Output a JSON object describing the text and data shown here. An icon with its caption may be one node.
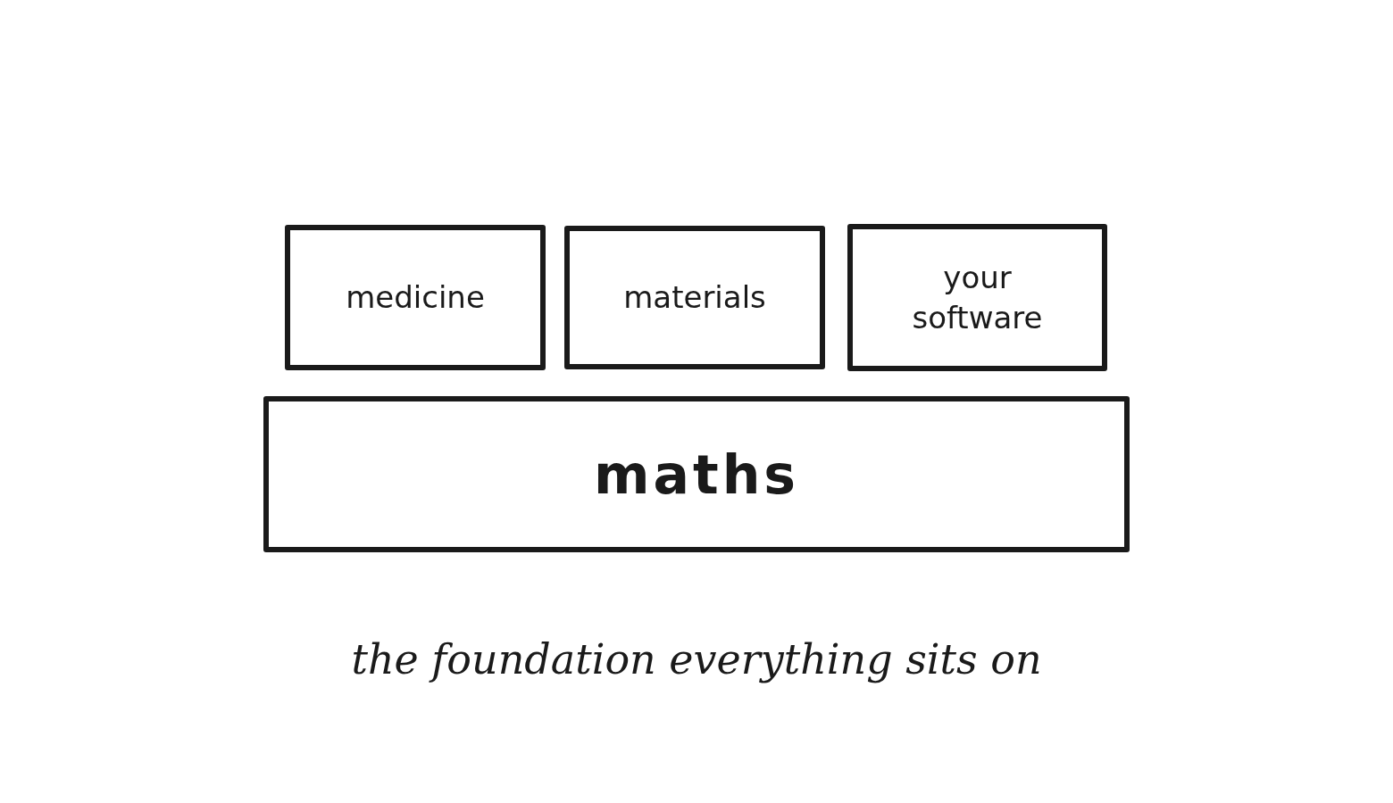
{
  "diagram": {
    "caption": "the foundation everything sits on",
    "nodes": [
      {
        "text": [
          "medicine"
        ]
      },
      {
        "text": [
          "materials"
        ]
      },
      {
        "text": [
          "your software"
        ]
      },
      {
        "text": [
          "maths"
        ]
      }
    ]
  }
}
